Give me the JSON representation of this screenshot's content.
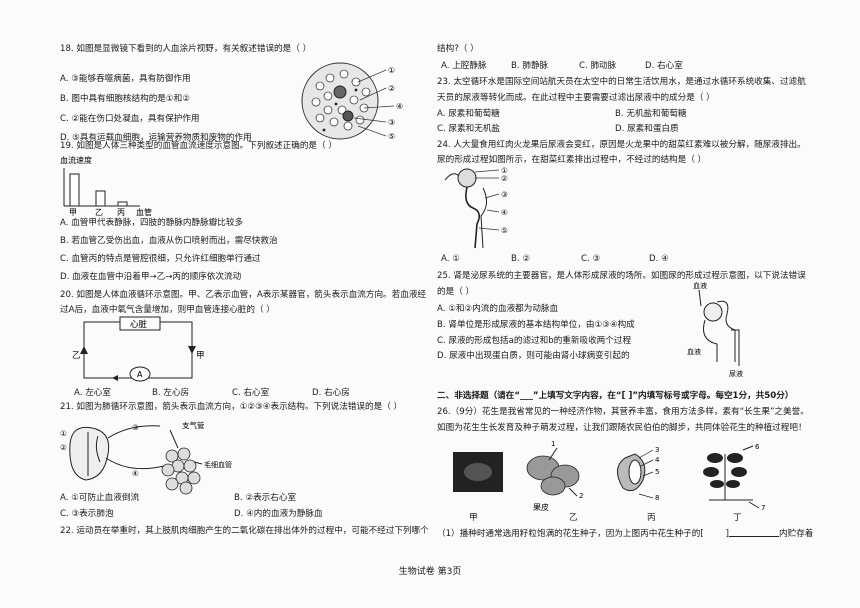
{
  "q18": {
    "stem": "18. 如图是显微镜下看到的人血涂片视野，有关叙述错误的是（    ）",
    "options": [
      "A. ③能够吞噬病菌，具有防御作用",
      "B. 图中具有细胞核结构的是①和②",
      "C. ②能在伤口处凝血，具有保护作用",
      "D. ⑤具有运载血细胞，运输营养物质和废物的作用"
    ],
    "labels": [
      "①",
      "②",
      "③",
      "④",
      "⑤"
    ]
  },
  "q19": {
    "stem": "19. 如图是人体三种类型的血管血流速度示意图。下列叙述正确的是（    ）",
    "ylabel": "血流速度",
    "categories": [
      "甲",
      "乙",
      "丙"
    ],
    "xlabel": "血管",
    "options": [
      "A. 血管甲代表静脉，四肢的静脉内静脉瓣比较多",
      "B. 若血管乙受伤出血，血液从伤口喷射而出，需尽快救治",
      "C. 血管丙的特点是管腔很细，只允许红细胞单行通过",
      "D. 血液在血管中沿着甲→乙→丙的顺序依次流动"
    ]
  },
  "q20": {
    "stem1": "20. 如图是人体血液循环示意图。甲、乙表示血管，A表示某器官，箭头表示血流方向。若血液经",
    "stem2": "过A后，血液中氧气含量增加，则甲血管连接心脏的（    ）",
    "heart": "心脏",
    "jia": "甲",
    "yi": "乙",
    "organ": "A",
    "options": [
      "A. 左心室",
      "B. 左心房",
      "C. 右心室",
      "D. 右心房"
    ]
  },
  "q21": {
    "stem": "21. 如图为肺循环示意图，箭头表示血流方向，①②③④表示结构。下列说法错误的是（    ）",
    "trachea": "支气管",
    "capillary": "毛细血管",
    "options": [
      "A. ①可防止血液倒流",
      "B. ②表示右心室",
      "C. ③表示肺泡",
      "D. ④内的血液为静脉血"
    ]
  },
  "q22": {
    "stem": "22. 运动员在举重时，其上肢肌肉细胞产生的二氧化碳在排出体外的过程中，可能不经过下列哪个",
    "cont": "结构?（    ）",
    "options": [
      "A. 上腔静脉",
      "B. 肺静脉",
      "C. 肺动脉",
      "D. 右心室"
    ]
  },
  "q23": {
    "stem1": "23. 太空循环水是国际空间站航天员在太空中的日常生活饮用水，是通过水循环系统收集、过滤航",
    "stem2": "天员的尿液等转化而成。在此过程中主要需要过滤出尿液中的成分是（    ）",
    "options": [
      "A. 尿素和葡萄糖",
      "B. 无机盐和葡萄糖",
      "C. 尿素和无机盐",
      "D. 尿素和蛋白质"
    ]
  },
  "q24": {
    "stem1": "24. 人大量食用红肉火龙果后尿液会变红，原因是火龙果中的甜菜红素难以被分解，随尿液排出。",
    "stem2": "尿的形成过程如图所示，在甜菜红素排出过程中，不经过的结构是（    ）",
    "options": [
      "A. ①",
      "B. ②",
      "C. ③",
      "D. ④"
    ],
    "labels": [
      "①",
      "②",
      "③",
      "④",
      "⑤"
    ]
  },
  "q25": {
    "stem1": "25. 肾是泌尿系统的主要器官，是人体形成尿液的场所。如图尿的形成过程示意图，以下说法错误",
    "stem2": "的是（    ）",
    "options": [
      "A. ①和②内流的血液都为动脉血",
      "B. 肾单位是形成尿液的基本结构单位，由①③④构成",
      "C. 尿液的形成包括a的滤过和b的重新吸收两个过程",
      "D. 尿液中出现蛋白质，则可能由肾小球病变引起的"
    ],
    "blood": "血液",
    "blood2": "血液",
    "urine": "尿液"
  },
  "section2": {
    "title": "二、非选择题（请在“___”上填写文字内容，在“[ ]”内填写标号或字母。每空1分，共50分）",
    "q26_1": "26.（9分）花生是我省常见的一种经济作物，其营养丰富，食用方法多样，素有“长生果”之美誉。",
    "q26_2": "如图为花生生长发育及种子萌发过程，让我们跟随农民伯伯的脚步，共同体验花生的种植过程吧！",
    "labels": [
      "甲",
      "乙",
      "丙",
      "丁"
    ],
    "guopi": "果皮",
    "q26_sub_a": "（1）播种时通常选用籽粒饱满的花生种子，因为上图丙中花生种子的[",
    "q26_sub_b": "]",
    "q26_sub_c": "内贮存着"
  },
  "footer": "生物试卷 第3页"
}
